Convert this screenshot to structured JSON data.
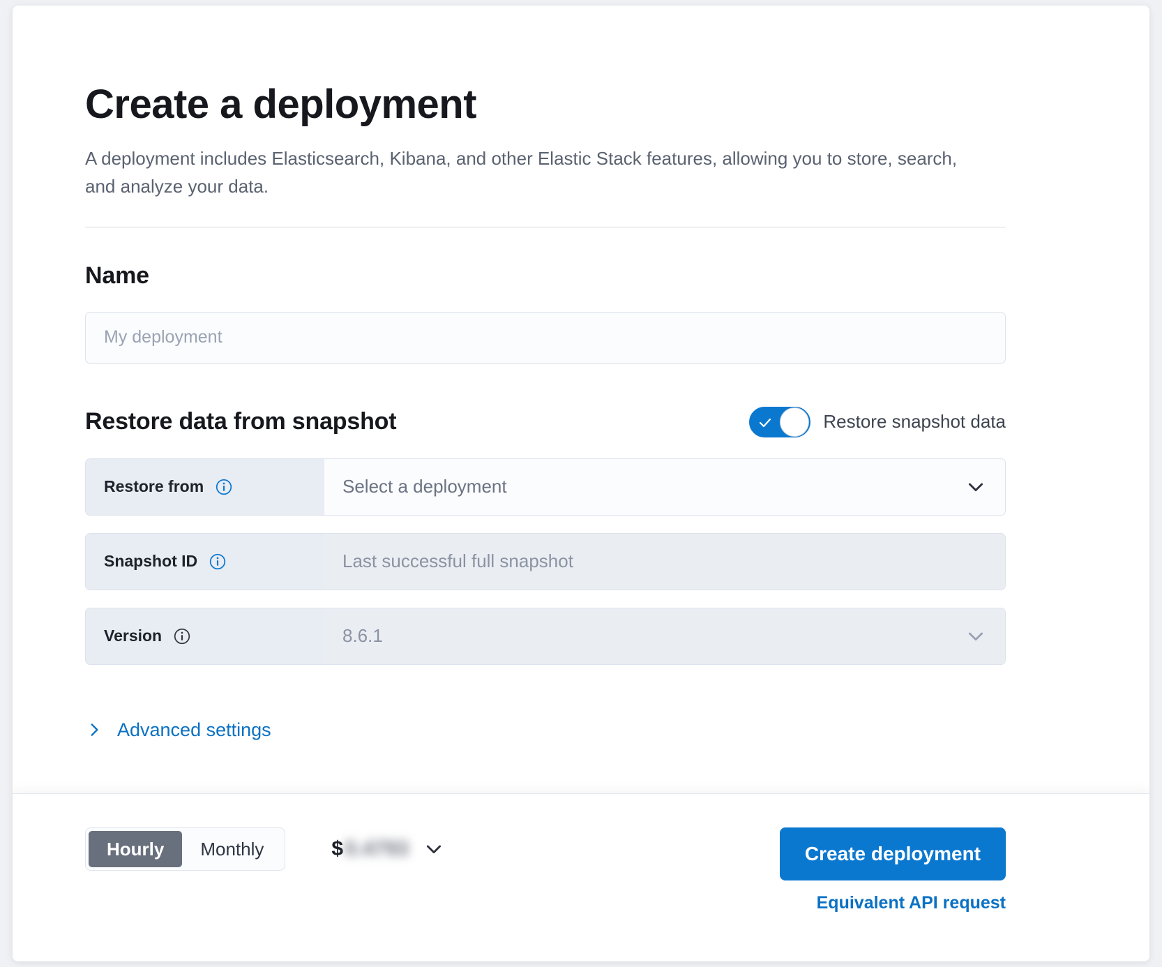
{
  "page": {
    "title": "Create a deployment",
    "description": "A deployment includes Elasticsearch, Kibana, and other Elastic Stack features, allowing you to store, search, and analyze your data."
  },
  "name_section": {
    "heading": "Name",
    "input_placeholder": "My deployment",
    "input_value": ""
  },
  "restore_section": {
    "heading": "Restore data from snapshot",
    "toggle_label": "Restore snapshot data",
    "toggle_state": "on",
    "rows": [
      {
        "label": "Restore from",
        "value": "Select a deployment",
        "info_icon": "info-circle-icon",
        "info_icon_color": "#0b78d0",
        "control": "chevron-down-icon",
        "disabled": false
      },
      {
        "label": "Snapshot ID",
        "value": "Last successful full snapshot",
        "info_icon": "info-circle-icon",
        "info_icon_color": "#0b78d0",
        "control": "none",
        "disabled": true
      },
      {
        "label": "Version",
        "value": "8.6.1",
        "info_icon": "info-circle-icon",
        "info_icon_color": "#343741",
        "control": "chevron-down-icon",
        "disabled": true
      }
    ],
    "advanced_label": "Advanced settings",
    "advanced_icon": "chevron-right-icon"
  },
  "footer": {
    "billing_options": [
      "Hourly",
      "Monthly"
    ],
    "billing_selected": "Hourly",
    "price_currency": "$",
    "price_amount": "0.4793",
    "price_chevron": "chevron-down-icon",
    "create_button": "Create deployment",
    "api_link": "Equivalent API request"
  },
  "colors": {
    "accent": "#0b78d0",
    "link": "#0b71c3",
    "segment_active": "#69707d",
    "label_cell": "#e8ecf3",
    "disabled_value_cell": "#eaeef3"
  }
}
